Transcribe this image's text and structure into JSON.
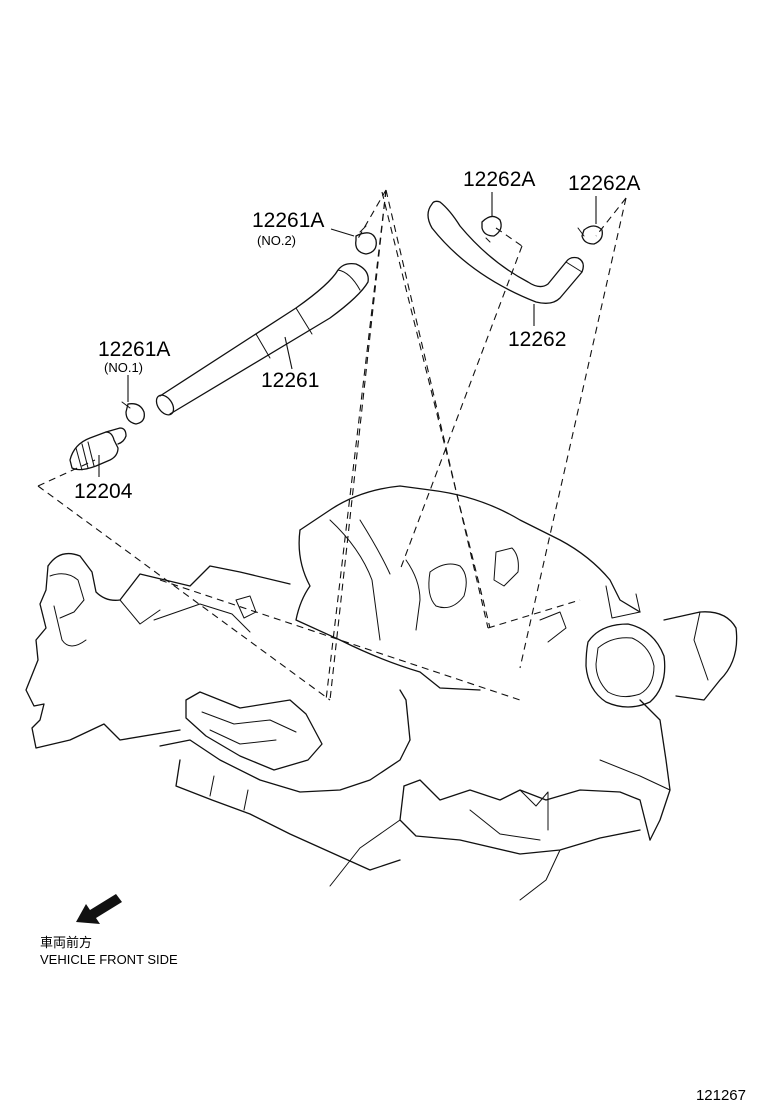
{
  "parts": {
    "p12261A_no2": {
      "number": "12261A",
      "sub": "(NO.2)"
    },
    "p12261A_no1": {
      "number": "12261A",
      "sub": "(NO.1)"
    },
    "p12261": {
      "number": "12261"
    },
    "p12262A_left": {
      "number": "12262A"
    },
    "p12262A_right": {
      "number": "12262A"
    },
    "p12262": {
      "number": "12262"
    },
    "p12204": {
      "number": "12204"
    }
  },
  "legend": {
    "japanese": "車両前方",
    "english": "VEHICLE FRONT SIDE"
  },
  "drawing_number": "121267"
}
